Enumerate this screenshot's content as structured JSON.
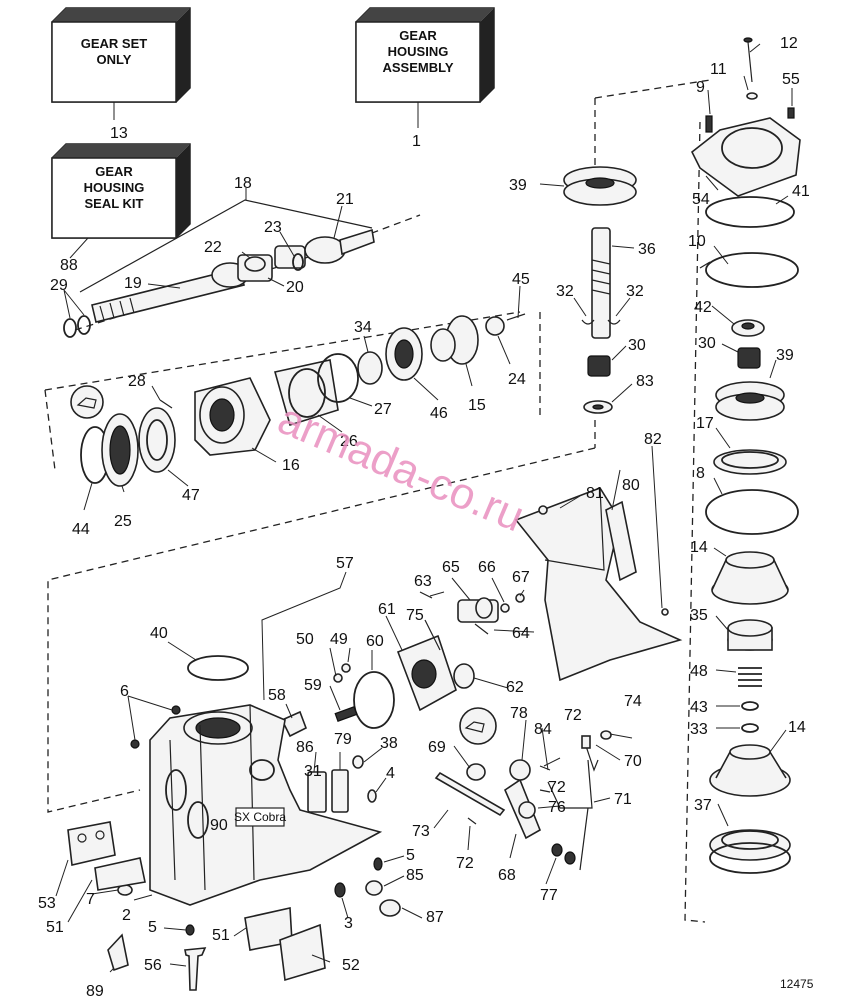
{
  "boxes": {
    "gear_set": [
      "GEAR SET",
      "ONLY"
    ],
    "gear_housing_assembly": [
      "GEAR",
      "HOUSING",
      "ASSEMBLY"
    ],
    "seal_kit": [
      "GEAR",
      "HOUSING",
      "SEAL KIT"
    ]
  },
  "labels": {
    "l1": "1",
    "l2": "2",
    "l3": "3",
    "l4": "4",
    "l5a": "5",
    "l5b": "5",
    "l6": "6",
    "l7": "7",
    "l8": "8",
    "l9": "9",
    "l10": "10",
    "l11": "11",
    "l12": "12",
    "l13": "13",
    "l14a": "14",
    "l14b": "14",
    "l15": "15",
    "l16": "16",
    "l17": "17",
    "l18": "18",
    "l19": "19",
    "l20": "20",
    "l21": "21",
    "l22": "22",
    "l23": "23",
    "l24": "24",
    "l25": "25",
    "l26": "26",
    "l27": "27",
    "l28": "28",
    "l29": "29",
    "l30a": "30",
    "l30b": "30",
    "l31": "31",
    "l32a": "32",
    "l32b": "32",
    "l33": "33",
    "l34": "34",
    "l35": "35",
    "l36": "36",
    "l37": "37",
    "l38": "38",
    "l39a": "39",
    "l39b": "39",
    "l40": "40",
    "l41": "41",
    "l42": "42",
    "l43": "43",
    "l44": "44",
    "l45": "45",
    "l46": "46",
    "l47": "47",
    "l48": "48",
    "l49": "49",
    "l50": "50",
    "l51a": "51",
    "l51b": "51",
    "l52": "52",
    "l53": "53",
    "l54": "54",
    "l55": "55",
    "l56": "56",
    "l57": "57",
    "l58": "58",
    "l59": "59",
    "l60": "60",
    "l61": "61",
    "l62": "62",
    "l63": "63",
    "l64": "64",
    "l65": "65",
    "l66": "66",
    "l67": "67",
    "l68": "68",
    "l69": "69",
    "l70": "70",
    "l71": "71",
    "l72a": "72",
    "l72b": "72",
    "l72c": "72",
    "l73": "73",
    "l74": "74",
    "l75": "75",
    "l76": "76",
    "l77": "77",
    "l78": "78",
    "l79": "79",
    "l80": "80",
    "l81": "81",
    "l82": "82",
    "l83": "83",
    "l84": "84",
    "l85": "85",
    "l86": "86",
    "l87": "87",
    "l88": "88",
    "l89": "89",
    "l90": "90"
  },
  "housing_badge": "SX Cobra",
  "watermark": "armada-co.ru",
  "figure_number": "12475"
}
